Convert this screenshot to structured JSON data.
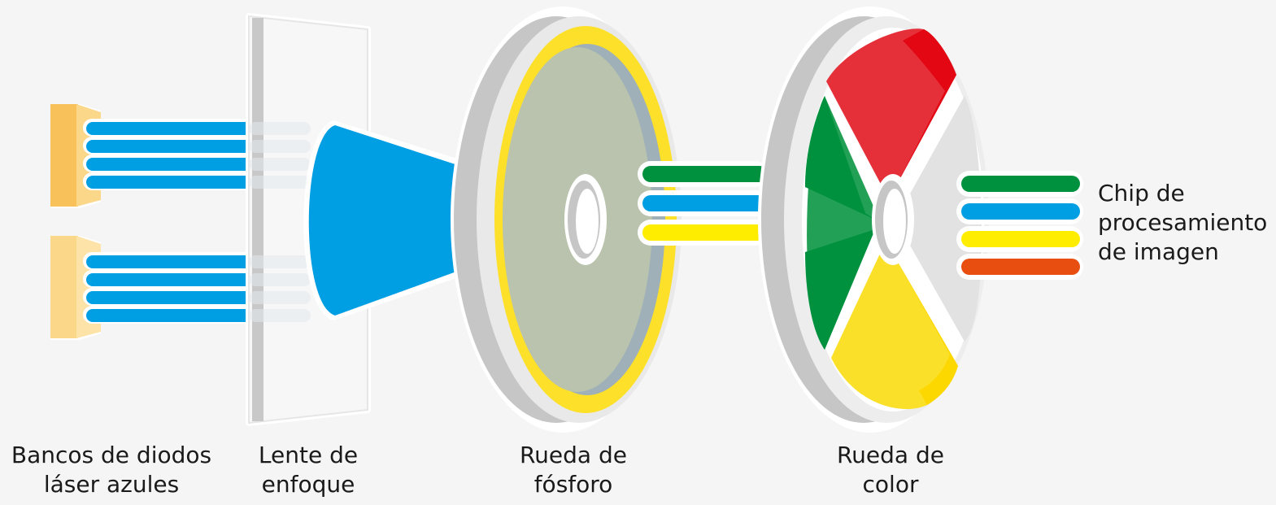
{
  "labels": {
    "laser_banks": "Bancos de diodos\nláser azules",
    "focus_lens": "Lente de\nenfoque",
    "phosphor_wheel": "Rueda de\nfósforo",
    "color_wheel": "Rueda de\ncolor",
    "chip": "Chip de\nprocesamiento\nde imagen"
  },
  "colors": {
    "background": "#f5f5f5",
    "blue": "#009ee3",
    "green": "#00913f",
    "yellow": "#ffed00",
    "orange": "#e84e0f",
    "red": "#e30613",
    "laser_block": "#f9c15a",
    "phosphor_ring": "#fde02a",
    "phosphor_center": "#b9c3ad",
    "wheel_rim": "#c6c6c6"
  },
  "beams": {
    "phosphor_output": [
      "green",
      "blue",
      "yellow"
    ],
    "chip_input": [
      "green",
      "blue",
      "yellow",
      "orange"
    ]
  }
}
